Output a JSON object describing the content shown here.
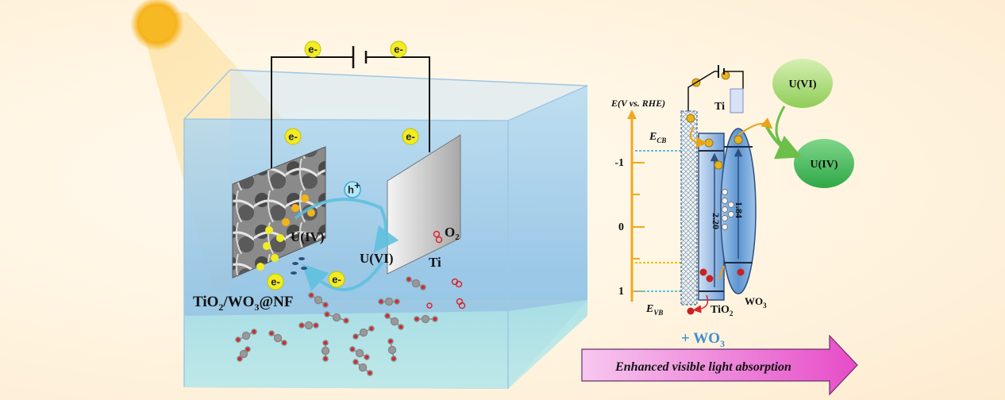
{
  "left": {
    "electron": "e-",
    "hole": "h",
    "hole_sup": "+",
    "uiv": "U(IV)",
    "uvi": "U(VI)",
    "o2": "O",
    "o2_sub": "2",
    "ti": "Ti",
    "cathode_a": "TiO",
    "cathode_sub": "2",
    "cathode_b": "/WO",
    "cathode_sub2": "3",
    "cathode_c": "@NF"
  },
  "right": {
    "axis_title": "E(V vs. RHE)",
    "ticks": [
      "-1",
      "0",
      "1"
    ],
    "ecb_main": "E",
    "ecb_sub": "CB",
    "evb_main": "E",
    "evb_sub": "VB",
    "ti": "Ti",
    "gap_tio2": "2.20",
    "gap_wo3": "1.84",
    "tio2_main": "TiO",
    "tio2_sub": "2",
    "wo3_main": "WO",
    "wo3_sub": "3",
    "uvi": "U(VI)",
    "uiv": "U(IV)",
    "plus_main": "+ WO",
    "plus_sub": "3",
    "banner": "Enhanced visible light absorption"
  },
  "colors": {
    "axis": "#f2a81c",
    "electron": "#f1ec23",
    "tio2_band": "#4a86c8",
    "wo3_band": "#5b9bd5",
    "uvi_bubble": "#a9d86e",
    "uiv_bubble": "#3cb44b",
    "banner_arrow": "#e64cc8"
  }
}
